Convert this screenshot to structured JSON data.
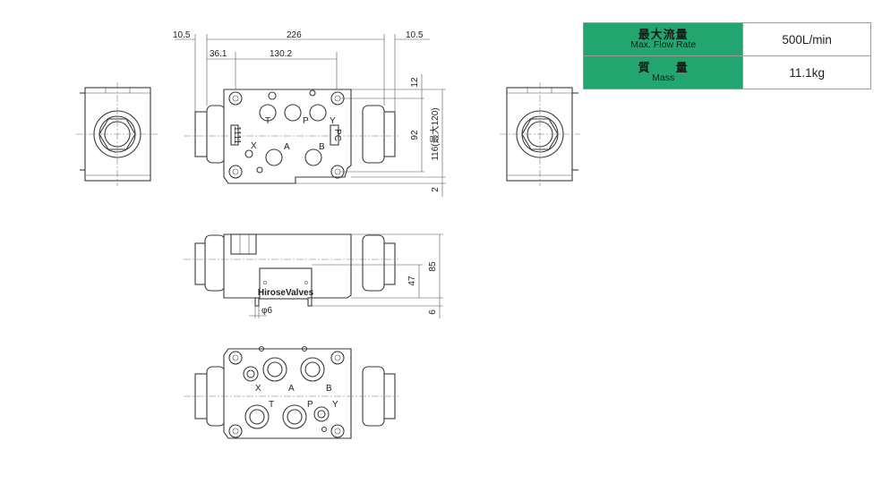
{
  "specs": [
    {
      "label_jp": "最大流量",
      "label_en": "Max. Flow Rate",
      "value": "500L/min"
    },
    {
      "label_jp": "質　　量",
      "label_en": "Mass",
      "value": "11.1kg"
    }
  ],
  "dimensions": {
    "top_left_offset": "10.5",
    "overall_width": "226",
    "top_right_offset": "10.5",
    "port_offset": "36.1",
    "port_pitch": "130.2",
    "top_margin": "12",
    "mounting_pitch": "92",
    "overall_height": "116(最大120)",
    "bottom_margin": "2",
    "side_height": "85",
    "side_port_height": "47",
    "side_pin_length": "6",
    "pin_diameter": "φ6"
  },
  "ports": {
    "top_view": {
      "T": "T",
      "P": "P",
      "Y": "Y",
      "X": "X",
      "A": "A",
      "B": "B"
    },
    "bottom_view": {
      "X": "X",
      "A": "A",
      "B": "B",
      "T": "T",
      "P": "P",
      "Y": "Y"
    }
  },
  "markings": {
    "nameplate": "HiroseValves",
    "pc_label": "PC",
    "adjuster_label": "1111"
  }
}
